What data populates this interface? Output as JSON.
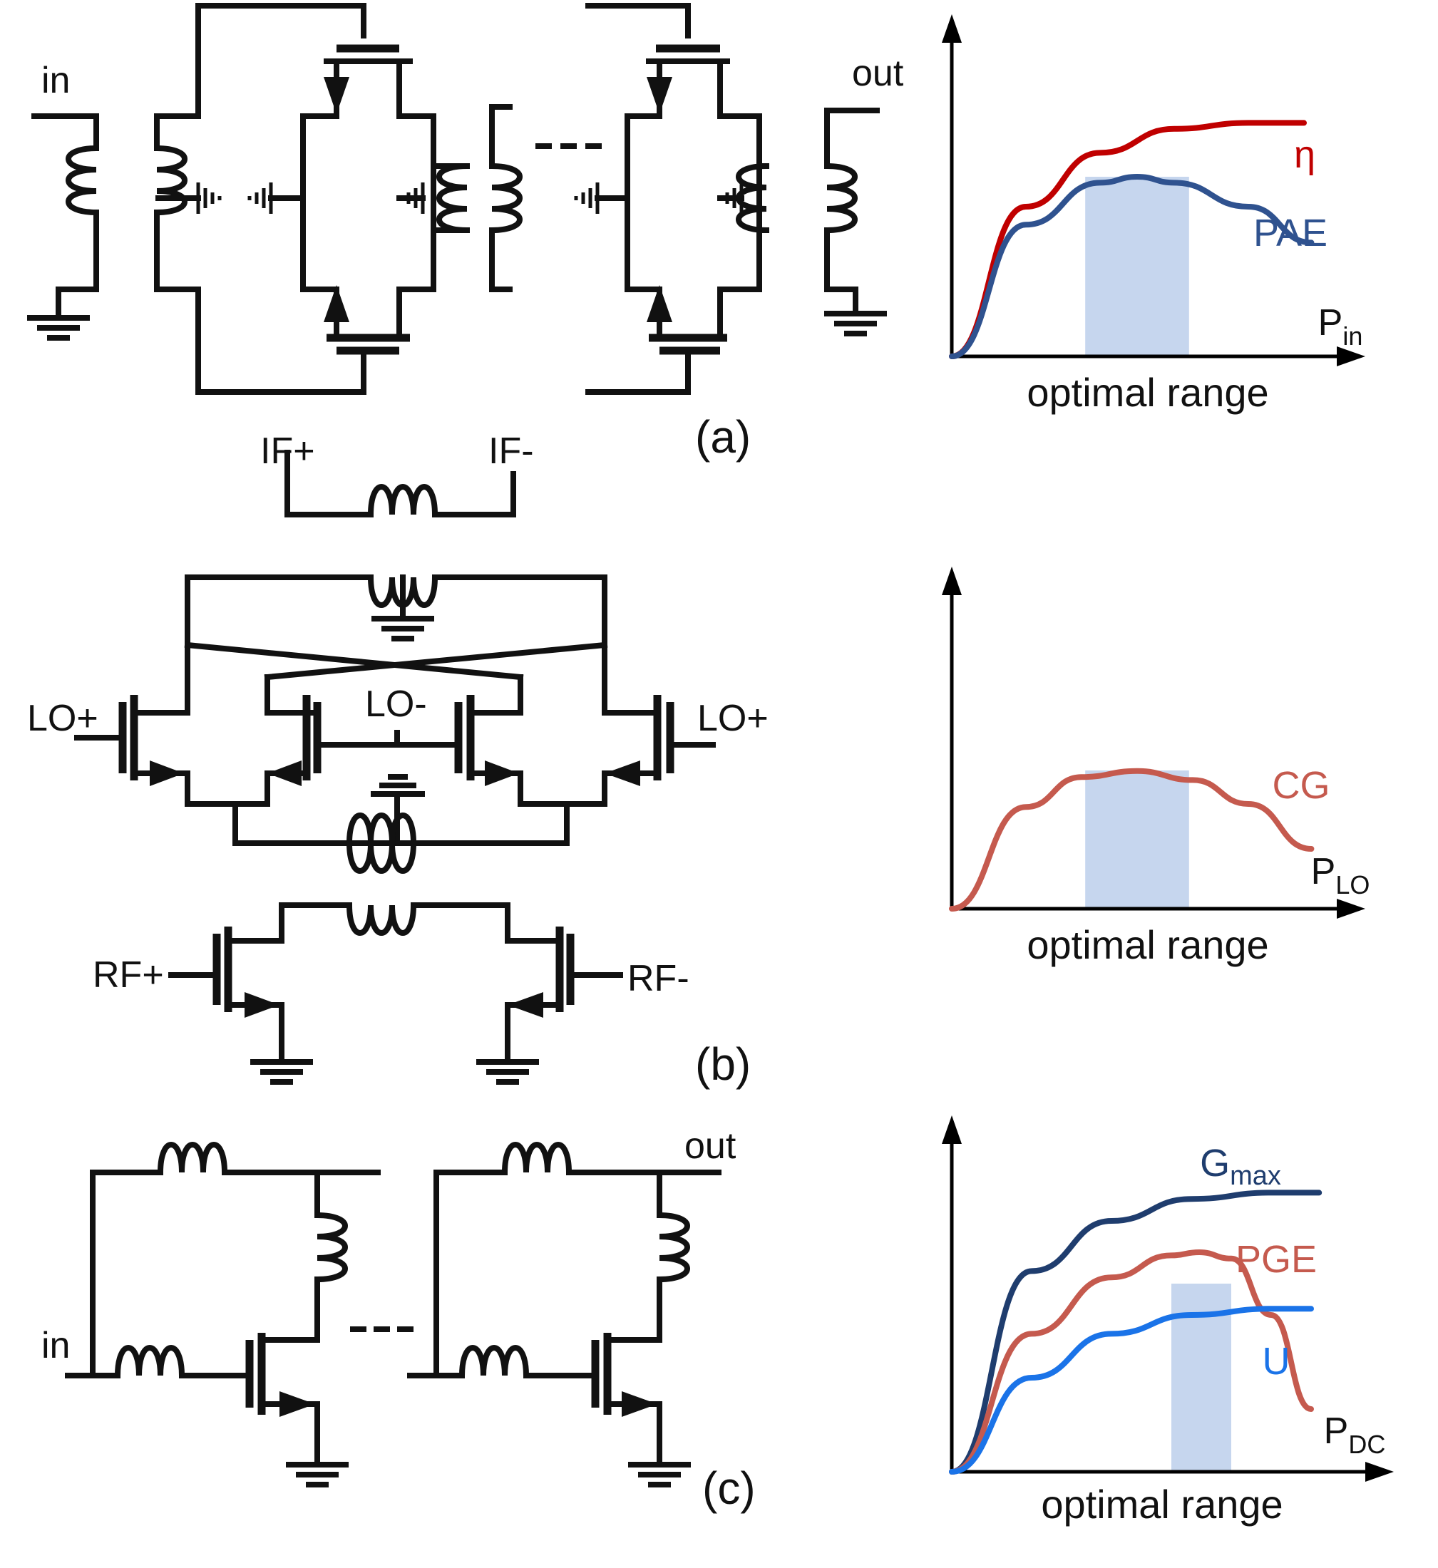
{
  "labels": {
    "a_in": "in",
    "a_out": "out",
    "a_panel": "(a)",
    "b_ifp": "IF+",
    "b_ifm": "IF-",
    "b_lop_left": "LO+",
    "b_lom": "LO-",
    "b_lop_right": "LO+",
    "b_rfp": "RF+",
    "b_rfm": "RF-",
    "b_panel": "(b)",
    "c_in": "in",
    "c_out": "out",
    "c_panel": "(c)"
  },
  "colors": {
    "red": "#c00000",
    "navy": "#2f528f",
    "salmon": "#c55a4e",
    "blue": "#1a73e8",
    "band": "#c6d6ee",
    "navy_dark": "#1f3d6e"
  },
  "chart_data": [
    {
      "type": "line",
      "xlabel": "P",
      "xlabel_sub": "in",
      "band_label": "optimal range",
      "optimal_range": [
        0.36,
        0.64
      ],
      "series": [
        {
          "name": "η",
          "color": "#c00000",
          "x": [
            0,
            0.2,
            0.4,
            0.6,
            0.8,
            0.95
          ],
          "y": [
            0,
            0.5,
            0.68,
            0.76,
            0.78,
            0.78
          ]
        },
        {
          "name": "PAE",
          "color": "#2f528f",
          "x": [
            0,
            0.2,
            0.4,
            0.5,
            0.6,
            0.8,
            0.97
          ],
          "y": [
            0,
            0.44,
            0.58,
            0.6,
            0.58,
            0.5,
            0.38
          ]
        }
      ]
    },
    {
      "type": "line",
      "xlabel": "P",
      "xlabel_sub": "LO",
      "band_label": "optimal range",
      "optimal_range": [
        0.36,
        0.64
      ],
      "series": [
        {
          "name": "CG",
          "color": "#c55a4e",
          "x": [
            0,
            0.2,
            0.35,
            0.5,
            0.65,
            0.8,
            0.97
          ],
          "y": [
            0,
            0.34,
            0.44,
            0.46,
            0.43,
            0.35,
            0.2
          ]
        }
      ]
    },
    {
      "type": "line",
      "xlabel": "P",
      "xlabel_sub": "DC",
      "band_label": "optimal range",
      "optimal_range": [
        0.55,
        0.7
      ],
      "series": [
        {
          "name": "G",
          "name_sub": "max",
          "color": "#1f3d6e",
          "x": [
            0,
            0.2,
            0.4,
            0.6,
            0.8,
            0.92
          ],
          "y": [
            0,
            0.64,
            0.8,
            0.87,
            0.89,
            0.89
          ]
        },
        {
          "name": "PGE",
          "color": "#c55a4e",
          "x": [
            0,
            0.2,
            0.4,
            0.55,
            0.62,
            0.7,
            0.8,
            0.9
          ],
          "y": [
            0,
            0.44,
            0.62,
            0.69,
            0.7,
            0.68,
            0.5,
            0.2
          ]
        },
        {
          "name": "U",
          "color": "#1a73e8",
          "x": [
            0,
            0.2,
            0.4,
            0.6,
            0.8,
            0.9
          ],
          "y": [
            0,
            0.3,
            0.44,
            0.5,
            0.52,
            0.52
          ]
        }
      ]
    }
  ]
}
